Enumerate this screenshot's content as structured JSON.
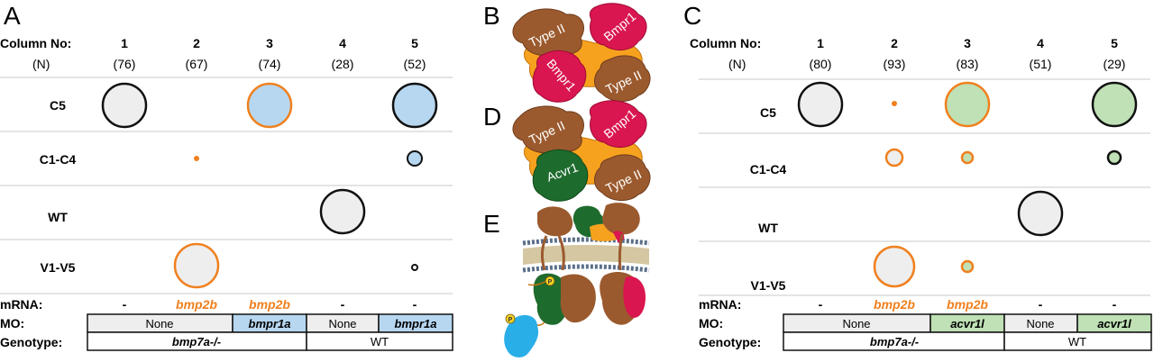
{
  "panels": {
    "A": "A",
    "B": "B",
    "C": "C",
    "D": "D",
    "E": "E"
  },
  "colors": {
    "gray_fill": "#EEEEEE",
    "blue_fill": "#B7D7F0",
    "green_fill": "#BFE1B5",
    "orange_stroke": "#F0801E",
    "black_stroke": "#111111",
    "type2_brown": "#9B5A2E",
    "bmpr1_red": "#D9164F",
    "ligand_orange": "#F7A21E",
    "acvr1_green": "#1E6B2E",
    "smad_blue": "#2AAEE8",
    "phospho_yellow": "#F5D327"
  },
  "left_table": {
    "column_header_label": "Column No:",
    "n_label": "(N)",
    "columns": [
      {
        "no": "1",
        "n": "(76)"
      },
      {
        "no": "2",
        "n": "(67)"
      },
      {
        "no": "3",
        "n": "(74)"
      },
      {
        "no": "4",
        "n": "(28)"
      },
      {
        "no": "5",
        "n": "(52)"
      }
    ],
    "rows": [
      "C5",
      "C1-C4",
      "WT",
      "V1-V5"
    ],
    "mrna_label": "mRNA:",
    "mrna": [
      "-",
      "bmp2b",
      "bmp2b",
      "-",
      "-"
    ],
    "mo_label": "MO:",
    "mo": [
      "None",
      "bmpr1a",
      "None",
      "bmpr1a"
    ],
    "genotype_label": "Genotype:",
    "genotype": [
      "bmp7a-/-",
      "WT"
    ]
  },
  "right_table": {
    "column_header_label": "Column No:",
    "n_label": "(N)",
    "columns": [
      {
        "no": "1",
        "n": "(80)"
      },
      {
        "no": "2",
        "n": "(93)"
      },
      {
        "no": "3",
        "n": "(83)"
      },
      {
        "no": "4",
        "n": "(51)"
      },
      {
        "no": "5",
        "n": "(29)"
      }
    ],
    "rows": [
      "C5",
      "C1-C4",
      "WT",
      "V1-V5"
    ],
    "mrna_label": "mRNA:",
    "mrna": [
      "-",
      "bmp2b",
      "bmp2b",
      "-",
      "-"
    ],
    "mo_label": "MO:",
    "mo": [
      "None",
      "acvr1l",
      "None",
      "acvr1l"
    ],
    "genotype_label": "Genotype:",
    "genotype": [
      "bmp7a-/-",
      "WT"
    ]
  },
  "proteins": {
    "type2": "Type II",
    "bmpr1": "Bmpr1",
    "acvr1": "Acvr1",
    "phospho": "P"
  }
}
